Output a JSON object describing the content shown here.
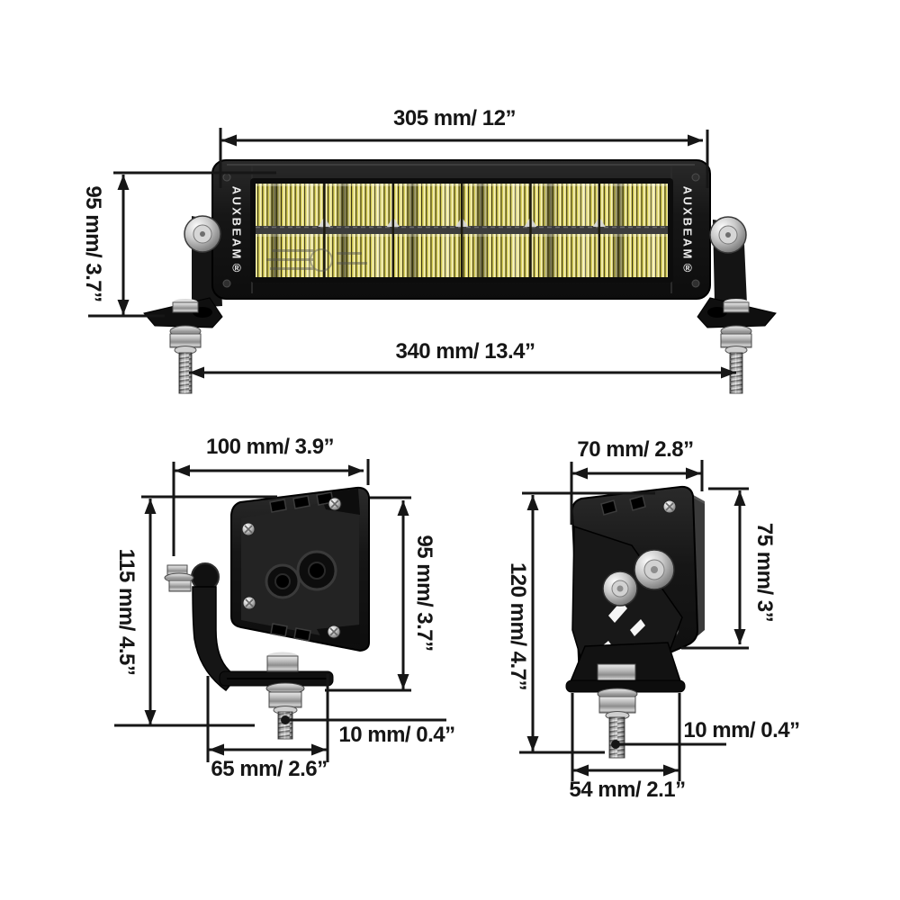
{
  "diagram": {
    "brand_label": "AUXBEAM®",
    "top_view": {
      "dim_width": "305 mm/ 12”",
      "dim_height": "95 mm/ 3.7”",
      "dim_mount_width": "340 mm/ 13.4”"
    },
    "side_view": {
      "dim_width": "100 mm/ 3.9”",
      "dim_overall_height": "115 mm/ 4.5”",
      "dim_body_height": "95 mm/ 3.7”",
      "dim_bolt_diameter": "10 mm/ 0.4”",
      "dim_bracket_base": "65 mm/ 2.6”"
    },
    "end_view": {
      "dim_width": "70 mm/ 2.8”",
      "dim_overall_height": "120 mm/ 4.7”",
      "dim_body_height": "75 mm/ 3”",
      "dim_bolt_diameter": "10 mm/ 0.4”",
      "dim_base_width": "54 mm/ 2.1”"
    },
    "colors": {
      "dimension_ink": "#161616",
      "led_yellow": "#d9d050",
      "housing_black": "#151515",
      "metal_silver": "#c9c9c9",
      "background": "#ffffff"
    }
  }
}
